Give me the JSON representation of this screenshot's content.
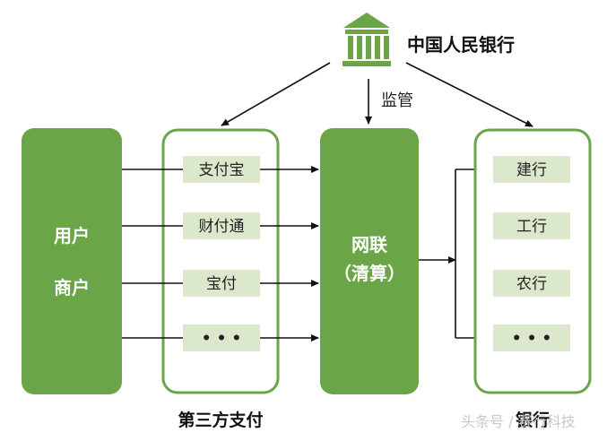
{
  "colors": {
    "accent_green": "#6aa548",
    "light_green": "#dbe8cc",
    "arrow": "#111111"
  },
  "icons": {
    "bank": "bank-building-icon"
  },
  "regulator": {
    "label": "中国人民银行"
  },
  "supervision_label": "监管",
  "left_block": {
    "line1": "用户",
    "line2": "商户"
  },
  "third_party": {
    "caption": "第三方支付",
    "items": [
      "支付宝",
      "财付通",
      "宝付",
      "• • •"
    ]
  },
  "clearing": {
    "line1": "网联",
    "line2": "（清算）"
  },
  "banks": {
    "caption": "银行",
    "items": [
      "建行",
      "工行",
      "农行",
      "• • •"
    ]
  },
  "watermark": "头条号 / 赛行科技"
}
